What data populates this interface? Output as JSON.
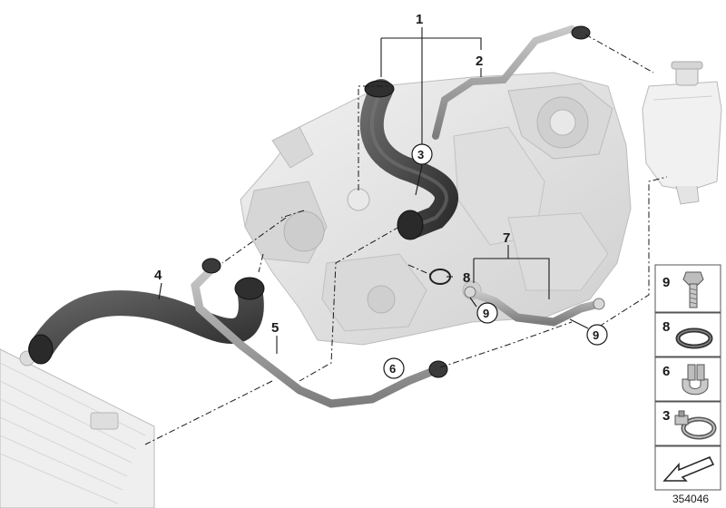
{
  "callouts": {
    "c1": "1",
    "c2": "2",
    "c3": "3",
    "c4": "4",
    "c5": "5",
    "c6": "6",
    "c7": "7",
    "c8": "8",
    "c9a": "9",
    "c9b": "9"
  },
  "legend": {
    "items": [
      {
        "label": "9",
        "icon": "bolt-icon"
      },
      {
        "label": "8",
        "icon": "o-ring-icon"
      },
      {
        "label": "6",
        "icon": "spring-clip-icon"
      },
      {
        "label": "3",
        "icon": "hose-clamp-icon"
      }
    ],
    "arrow_icon": "direction-arrow-icon"
  },
  "diagram_id": "354046",
  "colors": {
    "hose_dark": "#3a3a3a",
    "hose_mid": "#5e5e5e",
    "engine_light": "#e4e4e4",
    "pipe_grey": "#9a9a9a",
    "line": "#1a1a1a"
  }
}
